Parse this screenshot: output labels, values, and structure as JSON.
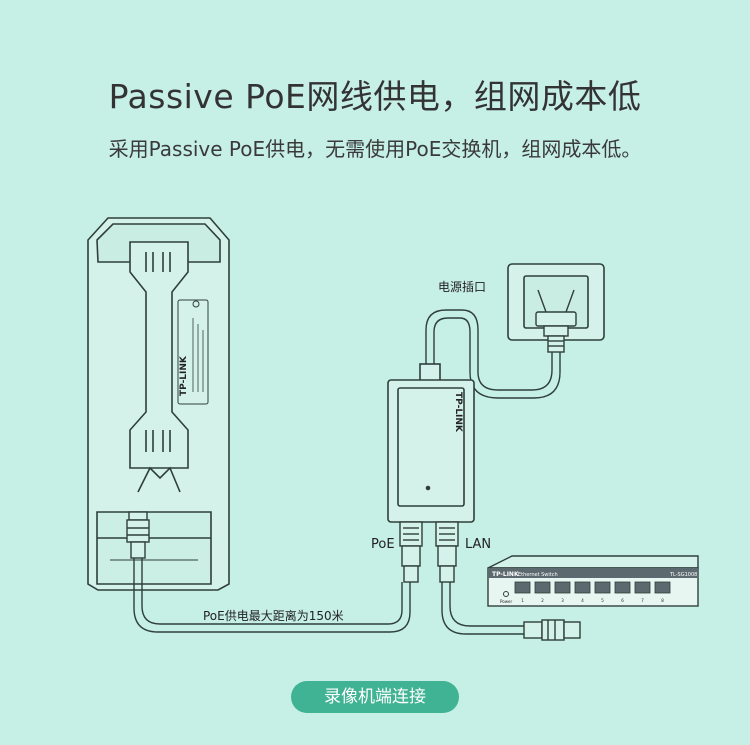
{
  "header": {
    "title": "Passive PoE网线供电，组网成本低",
    "subtitle": "采用Passive PoE供电，无需使用PoE交换机，组网成本低。"
  },
  "diagram": {
    "outlet_label": "电源插口",
    "poe_port_label": "PoE",
    "lan_port_label": "LAN",
    "distance_label": "PoE供电最大距离为150米",
    "injector_brand": "TP-LINK",
    "switch_brand": "TP-LINK",
    "switch_name": "Ethernet Switch",
    "switch_model": "TL-SG1008",
    "switch_power_label": "Power",
    "switch_port_numbers": [
      "1",
      "2",
      "3",
      "4",
      "5",
      "6",
      "7",
      "8"
    ],
    "cpe_brand": "TP-LINK"
  },
  "footer": {
    "button_label": "录像机端连接"
  },
  "colors": {
    "background": "#c6efe5",
    "device_fill": "#d4f2ea",
    "line": "#2f3f3a",
    "button": "#3fb393",
    "switch_body": "#5c6a70"
  }
}
